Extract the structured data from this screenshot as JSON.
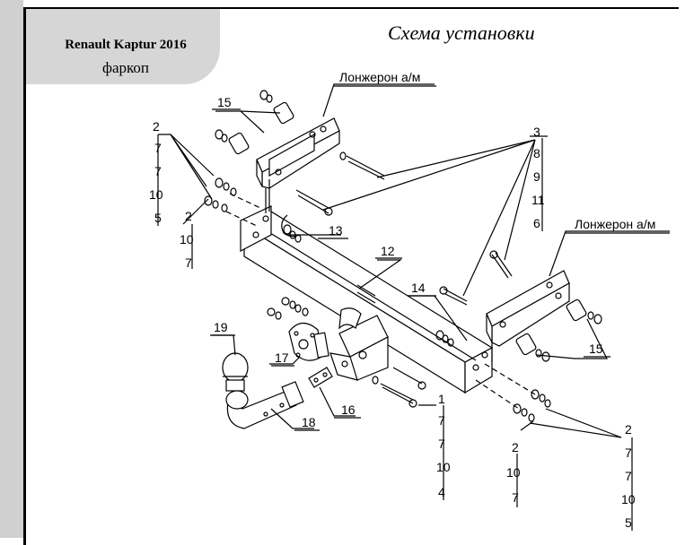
{
  "header": {
    "model": "Renault Kaptur 2016",
    "product": "фаркоп"
  },
  "diagram": {
    "title": "Схема установки",
    "frame_rail_label_1": "Лонжерон а/м",
    "frame_rail_label_2": "Лонжерон а/м",
    "callouts": {
      "c1": "1",
      "c12": "12",
      "c13": "13",
      "c14": "14",
      "c15a": "15",
      "c15b": "15",
      "c16": "16",
      "c17": "17",
      "c18": "18",
      "c19": "19"
    },
    "stack_left_top": [
      "2",
      "7",
      "7",
      "10",
      "5"
    ],
    "stack_left_mid": [
      "2",
      "10",
      "7"
    ],
    "stack_top_right": [
      "3",
      "8",
      "9",
      "11",
      "6"
    ],
    "stack_bottom_center": [
      "1",
      "7",
      "7",
      "10",
      "4"
    ],
    "stack_bottom_mid": [
      "2",
      "10",
      "7"
    ],
    "stack_bottom_right": [
      "2",
      "7",
      "7",
      "10",
      "5"
    ]
  }
}
